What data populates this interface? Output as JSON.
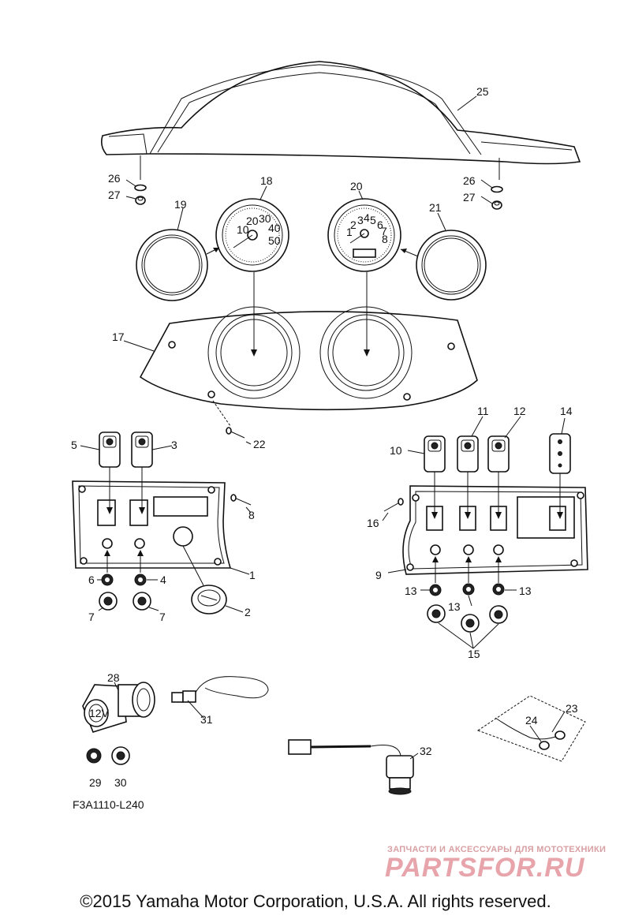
{
  "figure_code": "F3A1110-L240",
  "copyright": "©2015 Yamaha Motor Corporation, U.S.A. All rights reserved.",
  "watermark": {
    "tagline": "ЗАПЧАСТИ И АКСЕССУАРЫ ДЛЯ МОТОТЕХНИКИ",
    "logo_text": "PARTSFOR.RU"
  },
  "callouts": {
    "c1": "1",
    "c2": "2",
    "c3": "3",
    "c4": "4",
    "c5": "5",
    "c6": "6",
    "c7a": "7",
    "c7b": "7",
    "c8": "8",
    "c9": "9",
    "c10": "10",
    "c11": "11",
    "c12": "12",
    "c13a": "13",
    "c13b": "13",
    "c13c": "13",
    "c14": "14",
    "c15": "15",
    "c16": "16",
    "c17": "17",
    "c18": "18",
    "c19": "19",
    "c20": "20",
    "c21": "21",
    "c22": "22",
    "c23": "23",
    "c24": "24",
    "c25": "25",
    "c26a": "26",
    "c26b": "26",
    "c27a": "27",
    "c27b": "27",
    "c28": "28",
    "c29": "29",
    "c30": "30",
    "c31": "31",
    "c32": "32"
  },
  "gauges": {
    "speedometer_ticks": [
      "20",
      "30",
      "40",
      "10",
      "50"
    ],
    "tachometer_ticks": [
      "3",
      "4",
      "5",
      "6",
      "2",
      "7",
      "1",
      "8"
    ]
  },
  "socket_label": "12V"
}
